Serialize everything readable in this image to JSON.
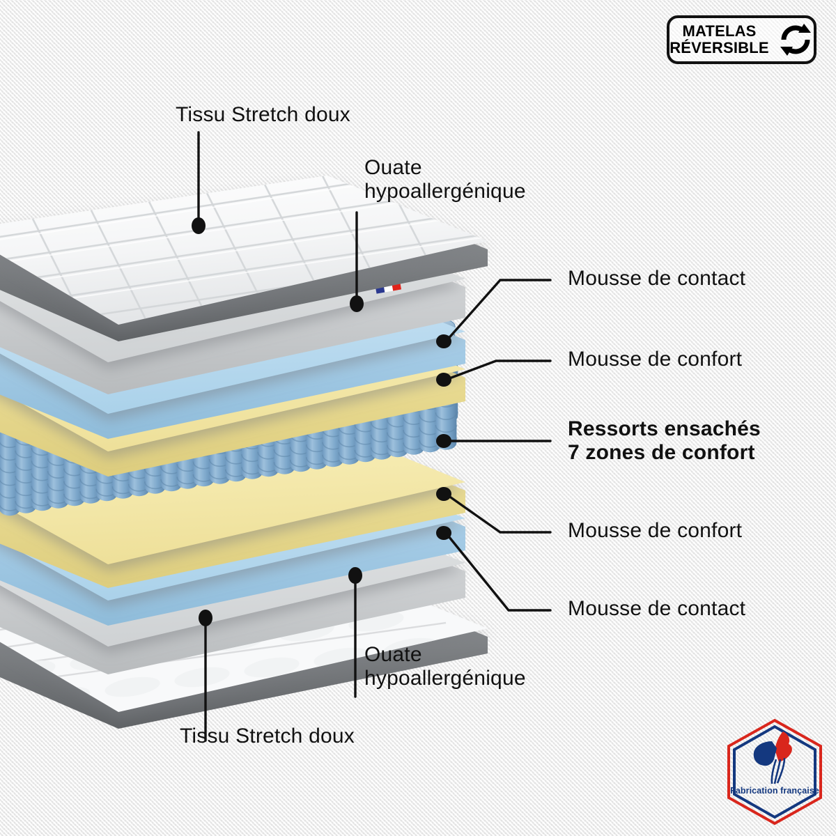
{
  "badge": {
    "line1": "MATELAS",
    "line2": "RÉVERSIBLE",
    "icon": "reversible-arrows-icon"
  },
  "labels": {
    "top_fabric": "Tissu Stretch doux",
    "top_wadding": "Ouate\nhypoallergénique",
    "top_contact_foam": "Mousse de contact",
    "top_comfort_foam": "Mousse de confort",
    "springs": "Ressorts ensachés\n7 zones de confort",
    "bottom_comfort_foam": "Mousse de confort",
    "bottom_contact_foam": "Mousse de contact",
    "bottom_wadding": "Ouate\nhypoallergénique",
    "bottom_fabric": "Tissu Stretch doux"
  },
  "french_flag_tag": {
    "blue": "#2B3990",
    "white": "#FFFFFF",
    "red": "#E2231A"
  },
  "made_in_france": {
    "caption": "Fabrication française",
    "blue": "#14387F",
    "red": "#D9261C"
  },
  "layers": [
    {
      "name": "tissu-stretch-doux-top",
      "color": "#FAFAFA",
      "edge": "#6E7073"
    },
    {
      "name": "ouate-hypoallergenique-top",
      "color": "#D9DBDD",
      "edge": "#BFC2C4"
    },
    {
      "name": "mousse-de-contact-top",
      "color": "#BDDCF0",
      "edge": "#9CC4DE"
    },
    {
      "name": "mousse-de-confort-top",
      "color": "#F6EAA8",
      "edge": "#E2D287"
    },
    {
      "name": "ressorts-ensaches",
      "color": "#7FA8CC",
      "edge": "#5E87AC"
    },
    {
      "name": "mousse-de-confort-bottom",
      "color": "#F6EAA8",
      "edge": "#E2D287"
    },
    {
      "name": "mousse-de-contact-bottom",
      "color": "#BDDCF0",
      "edge": "#9CC4DE"
    },
    {
      "name": "ouate-hypoallergenique-bottom",
      "color": "#D9DBDD",
      "edge": "#BFC2C4"
    },
    {
      "name": "tissu-stretch-doux-bottom",
      "color": "#F7F7F7",
      "edge": "#6E7073"
    }
  ],
  "colors": {
    "background": "#F3F3F3",
    "leader_line": "#111111",
    "text": "#111111",
    "spring_blue": "#7FA8CC",
    "foam_yellow": "#F6EAA8",
    "foam_lightblue": "#BDDCF0",
    "wadding_gray": "#D9DBDD"
  }
}
